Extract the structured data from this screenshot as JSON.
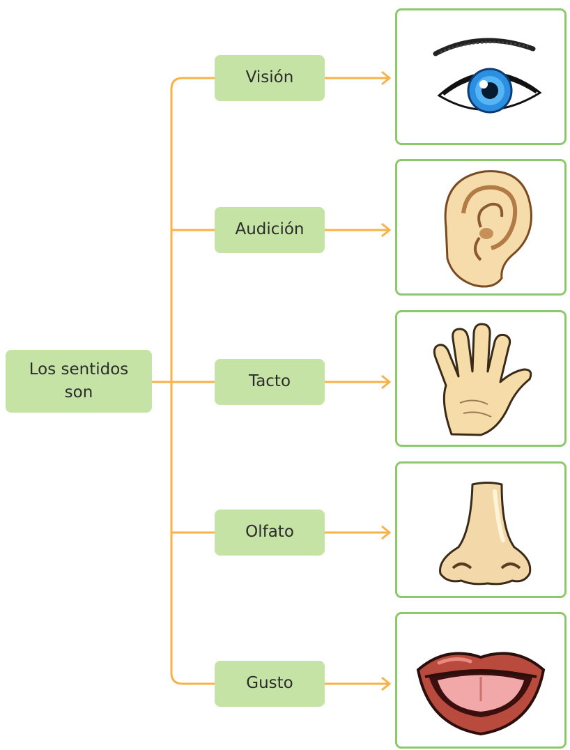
{
  "diagram": {
    "root_label": "Los sentidos son",
    "senses": [
      {
        "label": "Visión",
        "icon": "eye-icon"
      },
      {
        "label": "Audición",
        "icon": "ear-icon"
      },
      {
        "label": "Tacto",
        "icon": "hand-icon"
      },
      {
        "label": "Olfato",
        "icon": "nose-icon"
      },
      {
        "label": "Gusto",
        "icon": "mouth-icon"
      }
    ]
  },
  "colors": {
    "box_fill": "#c6e3a6",
    "connector": "#f7b24a",
    "frame_border": "#8cc96a"
  }
}
